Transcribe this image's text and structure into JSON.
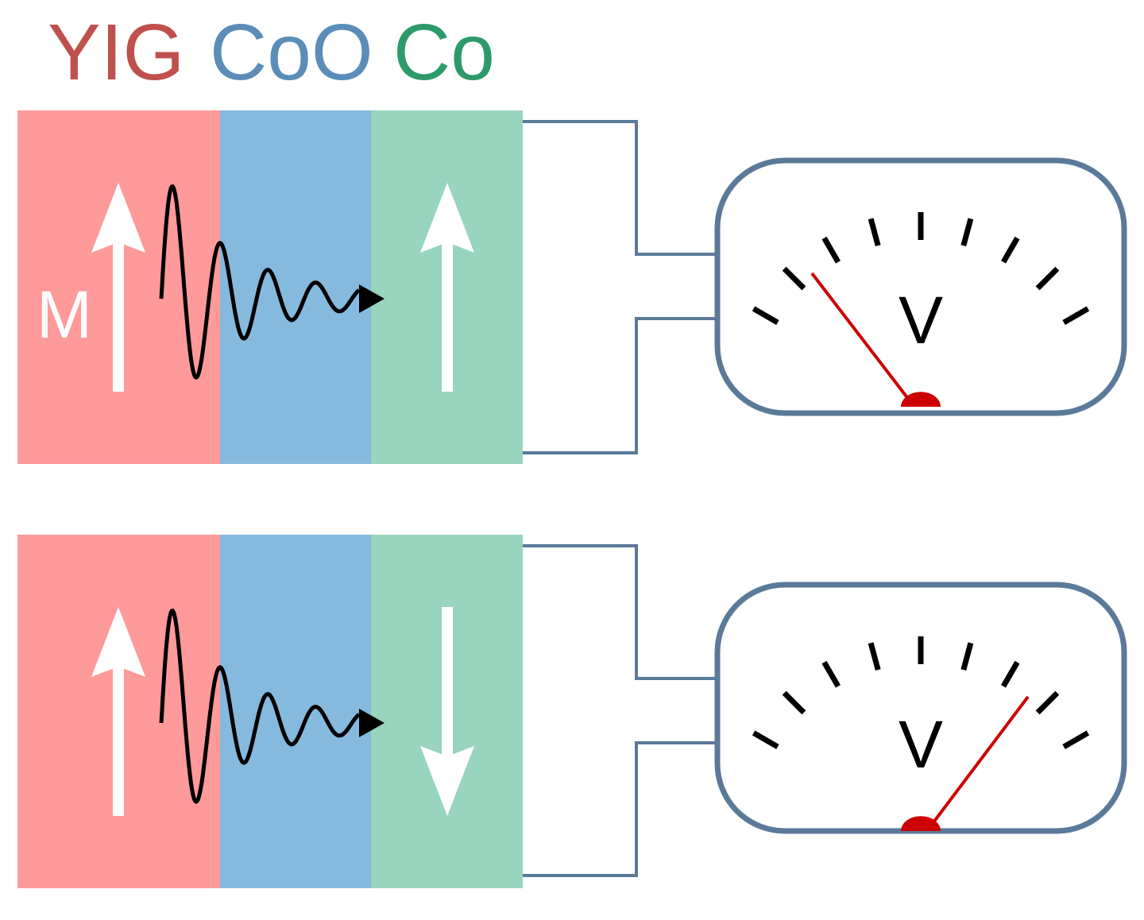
{
  "header": {
    "layer_labels": [
      {
        "text": "YIG",
        "color": "#c0504d"
      },
      {
        "text": "CoO",
        "color": "#5b8db8"
      },
      {
        "text": "Co",
        "color": "#2e9a6a"
      }
    ]
  },
  "colors": {
    "yig_fill": "#fe9a9a",
    "coo_fill": "#86b9de",
    "co_fill": "#98d4be",
    "wire": "#5a7a99",
    "meter_border": "#5a7a99",
    "needle": "#cc0000",
    "wave": "#000000",
    "arrow": "#ffffff"
  },
  "panels": [
    {
      "name": "parallel",
      "magnetization_label": "M",
      "yig_arrow_direction": "up",
      "co_arrow_direction": "up",
      "voltmeter_label": "V",
      "needle_reading": "left"
    },
    {
      "name": "antiparallel",
      "magnetization_label": "",
      "yig_arrow_direction": "up",
      "co_arrow_direction": "down",
      "voltmeter_label": "V",
      "needle_reading": "right"
    }
  ]
}
